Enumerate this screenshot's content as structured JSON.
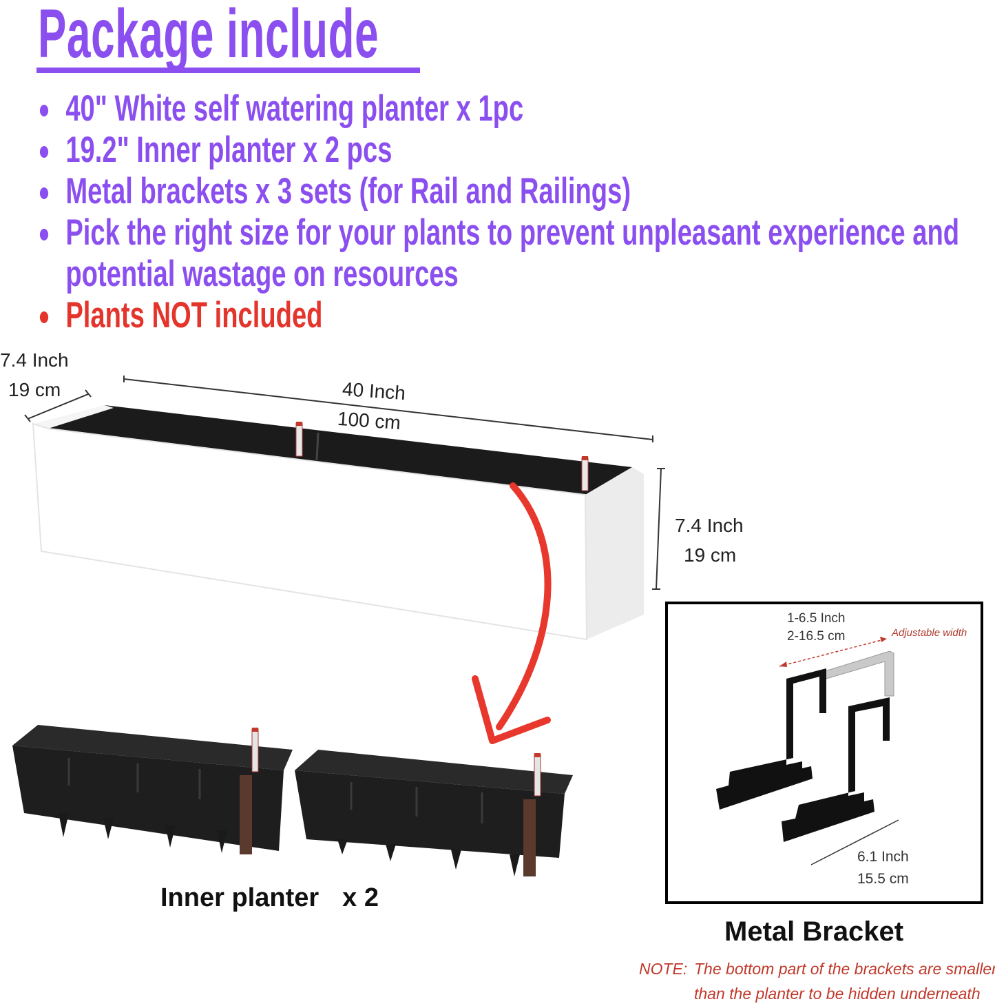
{
  "header": {
    "title": "Package include"
  },
  "bullets": [
    {
      "text": "40\" White self watering planter x 1pc"
    },
    {
      "text": "19.2\" Inner planter x 2 pcs"
    },
    {
      "text": "Metal brackets x 3 sets (for Rail and Railings)"
    },
    {
      "text": "Pick the right size for your plants to prevent unpleasant experience and",
      "continuation": "potential wastage on resources"
    },
    {
      "text": "Plants NOT included"
    }
  ],
  "dimensions": {
    "depth_in": "7.4 Inch",
    "depth_cm": "19 cm",
    "length_in": "40 Inch",
    "length_cm": "100 cm",
    "height_in": "7.4 Inch",
    "height_cm": "19 cm"
  },
  "inner_planter": {
    "label": "Inner planter",
    "qty": "x 2"
  },
  "bracket": {
    "width_in": "1-6.5 Inch",
    "width_cm": "2-16.5 cm",
    "adjustable": "Adjustable width",
    "arm_in": "6.1 Inch",
    "arm_cm": "15.5 cm",
    "label": "Metal Bracket"
  },
  "note": {
    "label": "NOTE:",
    "line1": "The bottom part of the brackets are smaller",
    "line2": "than the planter to be hidden underneath"
  },
  "colors": {
    "accent_purple": "#8b4ff0",
    "warning_red": "#e4352d",
    "arrow_red": "#e8372c"
  }
}
